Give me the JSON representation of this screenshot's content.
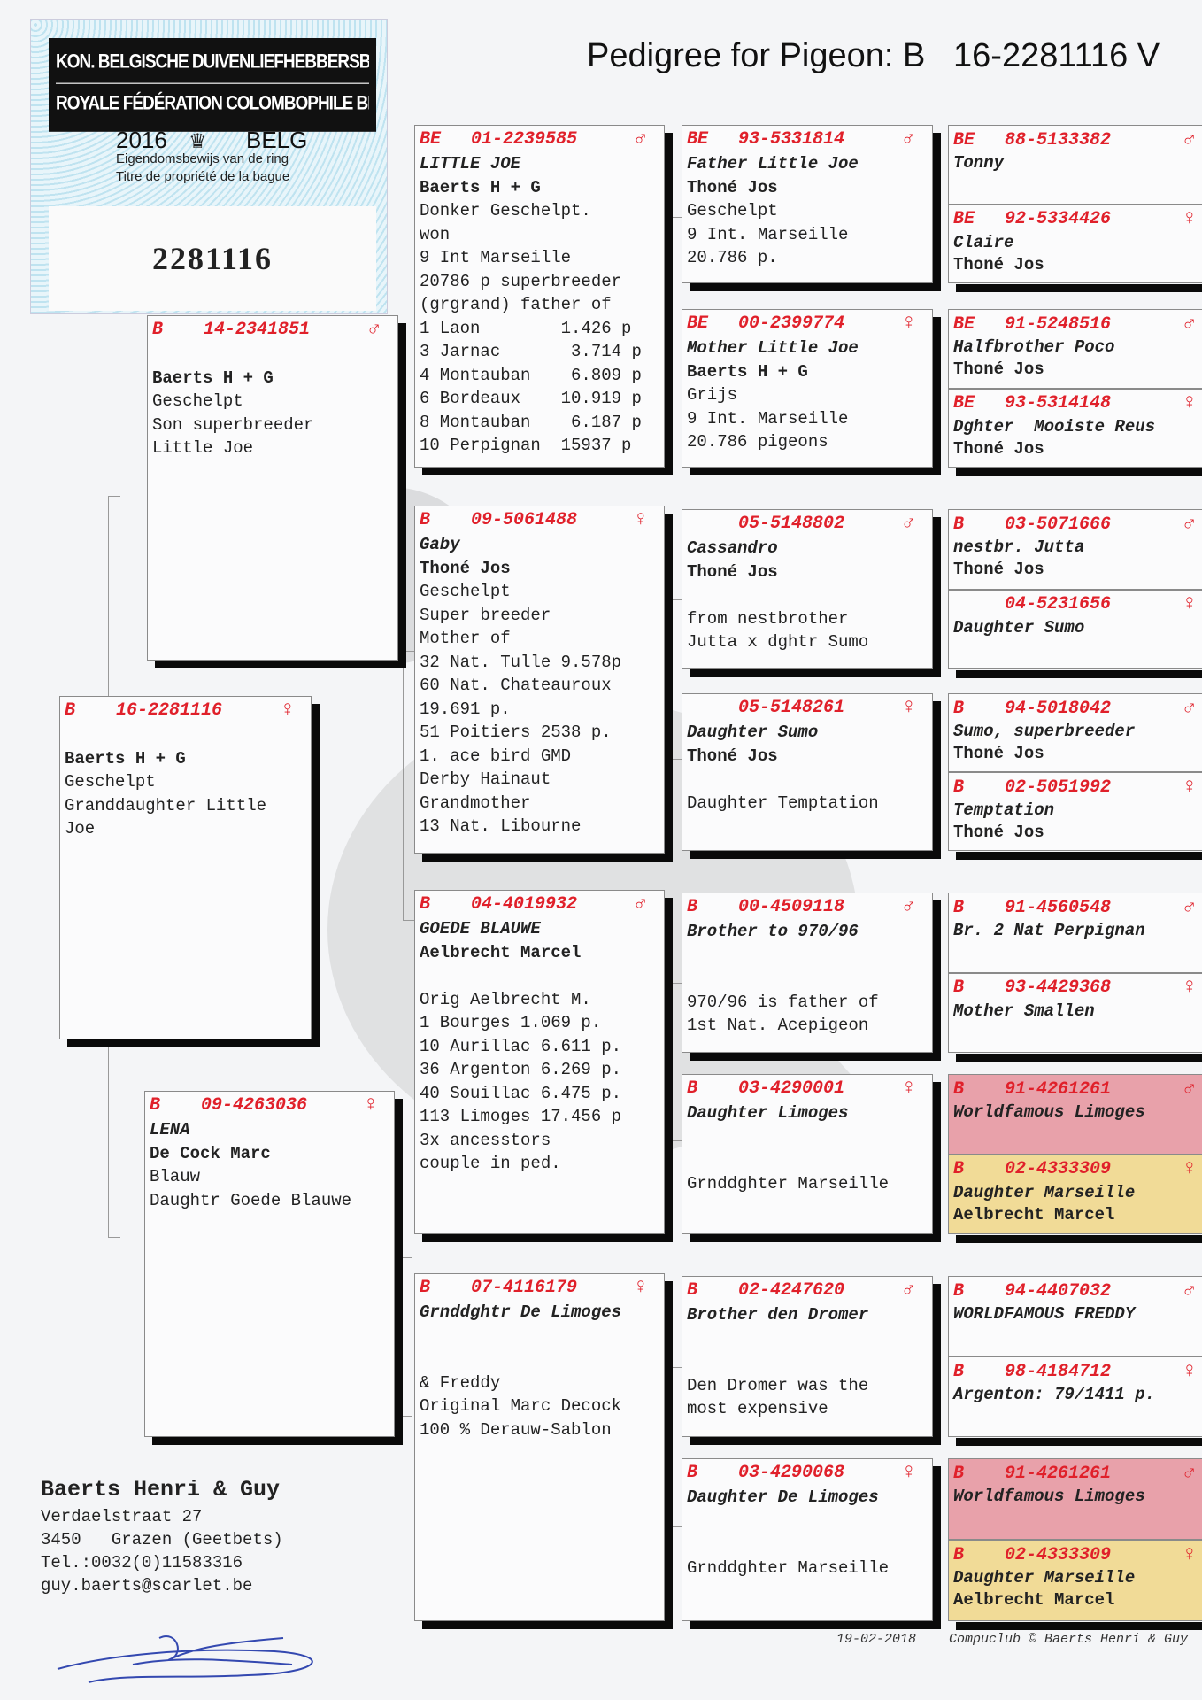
{
  "ring_card": {
    "line1": "KON. BELGISCHE DUIVENLIEFHEBBERSBOND",
    "line2": "ROYALE FÉDÉRATION COLOMBOPHILE BELGE",
    "year": "2016",
    "country": "BELG",
    "label_nl": "Eigendomsbewijs van de ring",
    "label_fr": "Titre de propriété de la bague",
    "ring_number": "2281116",
    "icon": "crown-icon"
  },
  "title": "Pedigree for Pigeon: B   16-2281116 V",
  "colors": {
    "ring_red": "#e0202a",
    "highlight_pink": "#e8a1aa",
    "highlight_yellow": "#f1db97"
  },
  "pigeon": {
    "country": "B",
    "ring": "16-2281116",
    "sex": "♀",
    "name": "",
    "owner": "Baerts H + G",
    "lines": [
      "Geschelpt",
      "Granddaughter Little",
      "Joe"
    ]
  },
  "parents": [
    {
      "country": "B",
      "ring": "14-2341851",
      "sex": "♂",
      "name": "",
      "owner": "Baerts H + G",
      "lines": [
        "Geschelpt",
        "Son superbreeder",
        "Little Joe"
      ]
    },
    {
      "country": "B",
      "ring": "09-4263036",
      "sex": "♀",
      "name": "LENA",
      "owner": "De Cock Marc",
      "lines": [
        "Blauw",
        "Daughtr Goede Blauwe"
      ]
    }
  ],
  "grandparents": [
    {
      "country": "BE",
      "ring": "01-2239585",
      "sex": "♂",
      "name": "LITTLE JOE",
      "owner": "Baerts H + G",
      "lines": [
        "Donker Geschelpt.",
        "won",
        "9 Int Marseille",
        "20786 p superbreeder",
        "(grgrand) father of",
        "1 Laon        1.426 p",
        "3 Jarnac       3.714 p",
        "4 Montauban    6.809 p",
        "6 Bordeaux    10.919 p",
        "8 Montauban    6.187 p",
        "10 Perpignan  15937 p"
      ]
    },
    {
      "country": "B",
      "ring": "09-5061488",
      "sex": "♀",
      "name": "Gaby",
      "owner": "Thoné Jos",
      "lines": [
        "Geschelpt",
        "Super breeder",
        "Mother of",
        "32 Nat. Tulle 9.578p",
        "60 Nat. Chateauroux",
        "19.691 p.",
        "51 Poitiers 2538 p.",
        "1. ace bird GMD",
        "Derby Hainaut",
        "Grandmother",
        "13 Nat. Libourne"
      ]
    },
    {
      "country": "B",
      "ring": "04-4019932",
      "sex": "♂",
      "name": "GOEDE BLAUWE",
      "owner": "Aelbrecht Marcel",
      "lines": [
        "",
        "Orig Aelbrecht M.",
        "1 Bourges 1.069 p.",
        "10 Aurillac 6.611 p.",
        "36 Argenton 6.269 p.",
        "40 Souillac 6.475 p.",
        "113 Limoges 17.456 p",
        "3x ancesstors",
        "couple in ped."
      ]
    },
    {
      "country": "B",
      "ring": "07-4116179",
      "sex": "♀",
      "name": "Grnddghtr De Limoges",
      "owner": "",
      "lines": [
        "",
        "& Freddy",
        "Original Marc Decock",
        "100 % Derauw-Sablon"
      ]
    }
  ],
  "great_grandparents": [
    {
      "country": "BE",
      "ring": "93-5331814",
      "sex": "♂",
      "name": "Father Little Joe",
      "owner": "Thoné Jos",
      "lines": [
        "Geschelpt",
        "9 Int. Marseille",
        "20.786 p."
      ]
    },
    {
      "country": "BE",
      "ring": "00-2399774",
      "sex": "♀",
      "name": "Mother Little Joe",
      "owner": "Baerts H + G",
      "lines": [
        "Grijs",
        "9 Int. Marseille",
        "20.786 pigeons"
      ]
    },
    {
      "country": "",
      "ring": "05-5148802",
      "sex": "♂",
      "name": "Cassandro",
      "owner": "Thoné Jos",
      "lines": [
        "",
        "from nestbrother",
        "Jutta x dghtr Sumo"
      ]
    },
    {
      "country": "",
      "ring": "05-5148261",
      "sex": "♀",
      "name": "Daughter Sumo",
      "owner": "Thoné Jos",
      "lines": [
        "",
        "Daughter Temptation"
      ]
    },
    {
      "country": "B",
      "ring": "00-4509118",
      "sex": "♂",
      "name": "Brother to 970/96",
      "owner": "",
      "lines": [
        "",
        "970/96 is father of",
        "1st Nat. Acepigeon"
      ]
    },
    {
      "country": "B",
      "ring": "03-4290001",
      "sex": "♀",
      "name": "Daughter Limoges",
      "owner": "",
      "lines": [
        "",
        "Grnddghter Marseille"
      ]
    },
    {
      "country": "B",
      "ring": "02-4247620",
      "sex": "♂",
      "name": "Brother den Dromer",
      "owner": "",
      "lines": [
        "",
        "Den Dromer was the",
        "most expensive"
      ]
    },
    {
      "country": "B",
      "ring": "03-4290068",
      "sex": "♀",
      "name": "Daughter De Limoges",
      "owner": "",
      "lines": [
        "",
        "Grnddghter Marseille"
      ]
    }
  ],
  "great_great_grandparents": [
    {
      "country": "BE",
      "ring": "88-5133382",
      "sex": "♂",
      "name": "Tonny",
      "owner": "",
      "highlight": ""
    },
    {
      "country": "BE",
      "ring": "92-5334426",
      "sex": "♀",
      "name": "Claire",
      "owner": "Thoné Jos",
      "highlight": ""
    },
    {
      "country": "BE",
      "ring": "91-5248516",
      "sex": "♂",
      "name": "Halfbrother Poco",
      "owner": "Thoné Jos",
      "highlight": ""
    },
    {
      "country": "BE",
      "ring": "93-5314148",
      "sex": "♀",
      "name": "Dghter  Mooiste Reus",
      "owner": "Thoné Jos",
      "highlight": ""
    },
    {
      "country": "B",
      "ring": "03-5071666",
      "sex": "♂",
      "name": "nestbr. Jutta",
      "owner": "Thoné Jos",
      "highlight": ""
    },
    {
      "country": "",
      "ring": "04-5231656",
      "sex": "♀",
      "name": "Daughter Sumo",
      "owner": "",
      "highlight": ""
    },
    {
      "country": "B",
      "ring": "94-5018042",
      "sex": "♂",
      "name": "Sumo, superbreeder",
      "owner": "Thoné Jos",
      "highlight": ""
    },
    {
      "country": "B",
      "ring": "02-5051992",
      "sex": "♀",
      "name": "Temptation",
      "owner": "Thoné Jos",
      "highlight": ""
    },
    {
      "country": "B",
      "ring": "91-4560548",
      "sex": "♂",
      "name": "Br. 2 Nat Perpignan",
      "owner": "",
      "highlight": ""
    },
    {
      "country": "B",
      "ring": "93-4429368",
      "sex": "♀",
      "name": "Mother Smallen",
      "owner": "",
      "highlight": ""
    },
    {
      "country": "B",
      "ring": "91-4261261",
      "sex": "♂",
      "name": "Worldfamous Limoges",
      "owner": "",
      "highlight": "pink"
    },
    {
      "country": "B",
      "ring": "02-4333309",
      "sex": "♀",
      "name": "Daughter Marseille",
      "owner": "Aelbrecht Marcel",
      "highlight": "yellow"
    },
    {
      "country": "B",
      "ring": "94-4407032",
      "sex": "♂",
      "name": "WORLDFAMOUS FREDDY",
      "owner": "",
      "highlight": ""
    },
    {
      "country": "B",
      "ring": "98-4184712",
      "sex": "♀",
      "name": "Argenton: 79/1411 p.",
      "owner": "",
      "highlight": ""
    },
    {
      "country": "B",
      "ring": "91-4261261",
      "sex": "♂",
      "name": "Worldfamous Limoges",
      "owner": "",
      "highlight": "pink"
    },
    {
      "country": "B",
      "ring": "02-4333309",
      "sex": "♀",
      "name": "Daughter Marseille",
      "owner": "Aelbrecht Marcel",
      "highlight": "yellow"
    }
  ],
  "breeder": {
    "name": "Baerts Henri & Guy",
    "street": "Verdaelstraat 27",
    "city": "3450   Grazen (Geetbets)",
    "phone": "Tel.:0032(0)11583316",
    "email": "guy.baerts@scarlet.be"
  },
  "footer": {
    "date": "19-02-2018",
    "copyright": "Compuclub © Baerts Henri & Guy"
  }
}
